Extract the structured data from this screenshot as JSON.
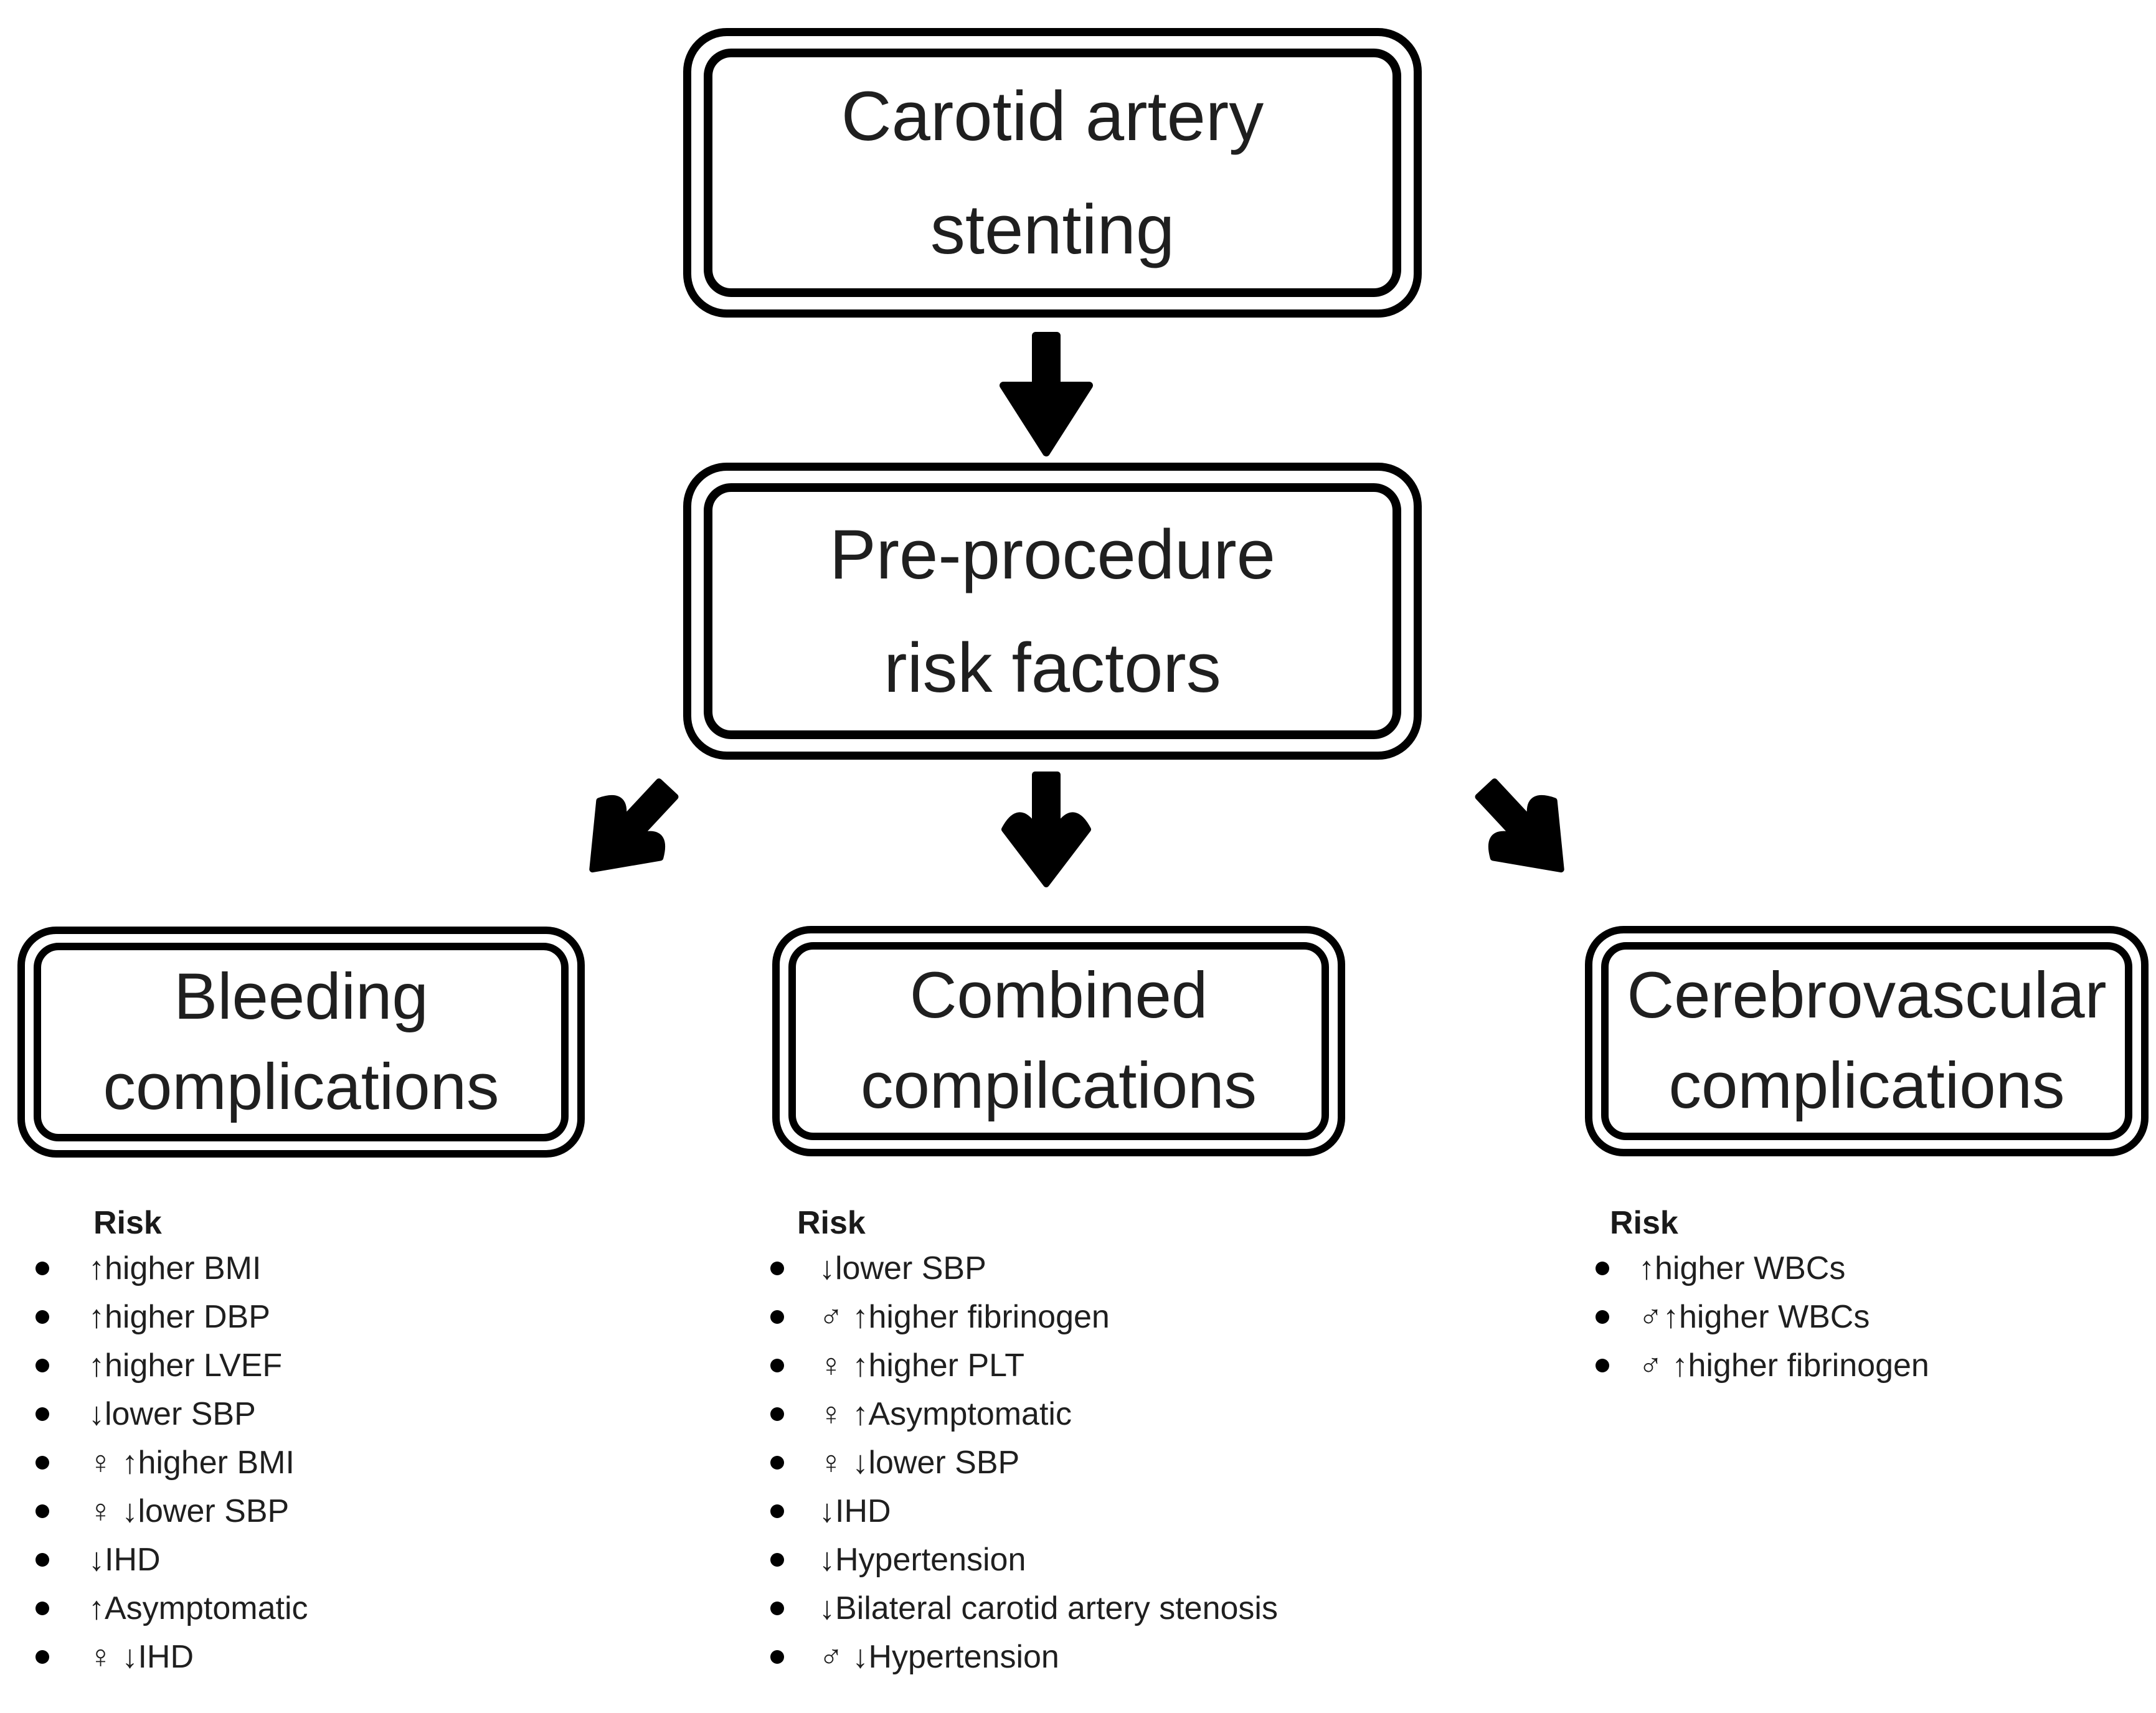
{
  "colors": {
    "background": "#ffffff",
    "line": "#000000",
    "text": "#1f1f1f"
  },
  "root_node": {
    "lines": [
      "Carotid artery",
      "stenting"
    ]
  },
  "risk_node": {
    "lines": [
      "Pre-procedure",
      "risk factors"
    ]
  },
  "branches": [
    {
      "id": "bleeding",
      "lines": [
        "Bleeding",
        "complications"
      ],
      "header": "Risk",
      "items": [
        "↑higher BMI",
        "↑higher DBP",
        "↑higher LVEF",
        "↓lower SBP",
        "♀ ↑higher BMI",
        "♀ ↓lower SBP",
        "↓IHD",
        "↑Asymptomatic",
        "♀ ↓IHD"
      ]
    },
    {
      "id": "combined",
      "lines": [
        "Combined",
        "compilcations"
      ],
      "header": "Risk",
      "items": [
        "↓lower SBP",
        "♂ ↑higher fibrinogen",
        "♀ ↑higher PLT",
        "♀ ↑Asymptomatic",
        "♀ ↓lower SBP",
        "↓IHD",
        "↓Hypertension",
        "↓Bilateral carotid artery stenosis",
        "♂ ↓Hypertension"
      ]
    },
    {
      "id": "cerebrovascular",
      "lines": [
        "Cerebrovascular",
        "complications"
      ],
      "header": "Risk",
      "items": [
        "↑higher WBCs",
        "♂↑higher WBCs",
        "♂ ↑higher fibrinogen"
      ]
    }
  ],
  "connectors": [
    {
      "from": "carotid-artery-stenting",
      "to": "pre-procedure-risk-factors",
      "direction": "down"
    },
    {
      "from": "pre-procedure-risk-factors",
      "to": "bleeding-complications",
      "direction": "down-left"
    },
    {
      "from": "pre-procedure-risk-factors",
      "to": "combined-compilcations",
      "direction": "down"
    },
    {
      "from": "pre-procedure-risk-factors",
      "to": "cerebrovascular-complications",
      "direction": "down-right"
    }
  ]
}
